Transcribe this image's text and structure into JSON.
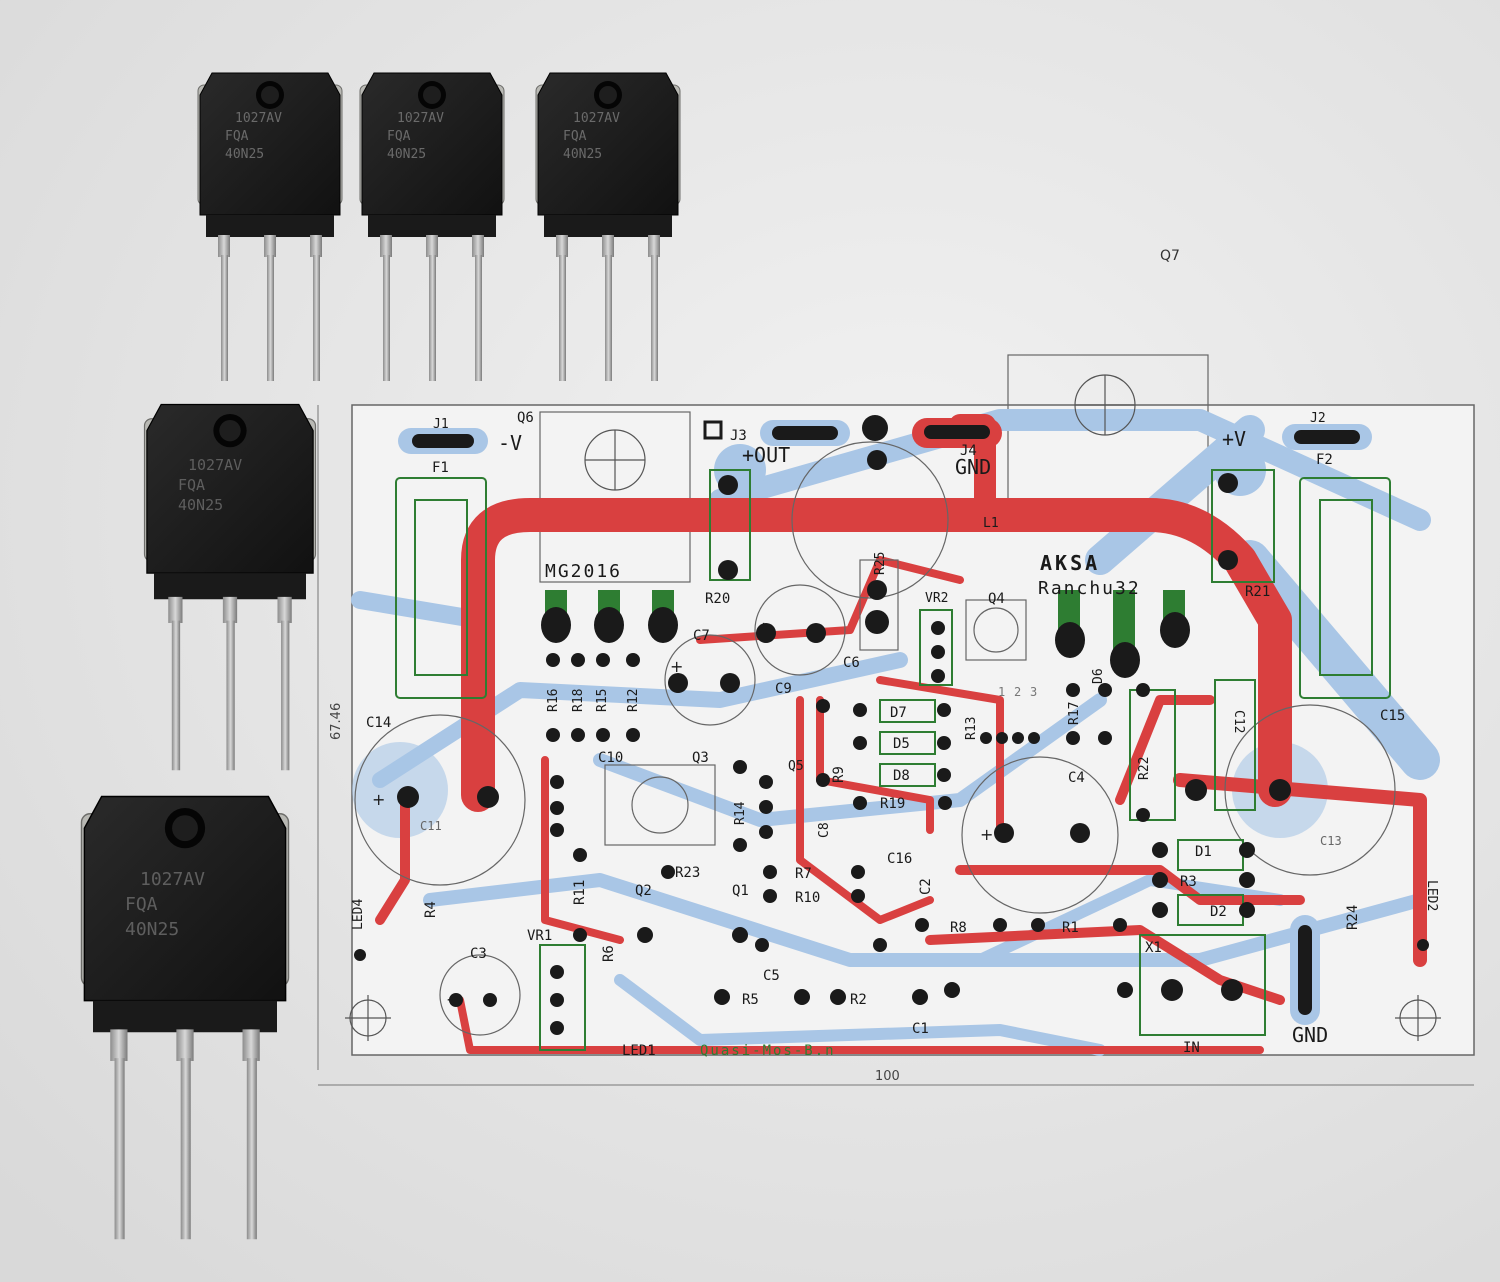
{
  "photo": {
    "background_color": "#e4e4e4",
    "transistors": [
      {
        "marking_line1": "1027AV",
        "marking_line2": "FQA",
        "marking_line3": "40N25"
      },
      {
        "marking_line1": "1027AV",
        "marking_line2": "FQA",
        "marking_line3": "40N25"
      },
      {
        "marking_line1": "1027AV",
        "marking_line2": "FQA",
        "marking_line3": "40N25"
      },
      {
        "marking_line1": "1027AV",
        "marking_line2": "FQA",
        "marking_line3": "40N25"
      },
      {
        "marking_line1": "1027AV",
        "marking_line2": "FQA",
        "marking_line3": "40N25"
      }
    ]
  },
  "pcb_printout": {
    "colors": {
      "copper_top": "#d94040",
      "copper_bottom": "#a9c6e6",
      "silkscreen": "#2e7d32",
      "pads": "#1a1a1a"
    },
    "outside_label": "Q7",
    "dimension_width": "100",
    "dimension_height": "67.46",
    "title_board": "AKSA",
    "title_variant": "Ranchu32",
    "title_driver": "MG2016",
    "footer": "Quasi-Mos-B.n",
    "connectors": {
      "j1": "J1",
      "j2": "J2",
      "j3": "J3",
      "j4": "J4",
      "neg_v": "-V",
      "pos_v": "+V",
      "out": "+OUT",
      "gnd_top": "GND",
      "gnd_bottom": "GND",
      "in": "IN"
    },
    "labels": {
      "q6": "Q6",
      "q4": "Q4",
      "q3": "Q3",
      "q2": "Q2",
      "q1": "Q1",
      "q5": "Q5",
      "f1": "F1",
      "f2": "F2",
      "c14": "C14",
      "c15": "C15",
      "c11": "C11",
      "c13": "C13",
      "c10": "C10",
      "c9": "C9",
      "c7": "C7",
      "c6": "C6",
      "c4": "C4",
      "c3": "C3",
      "c2": "C2",
      "c5": "C5",
      "c8": "C8",
      "c12": "C12",
      "c16": "C16",
      "c1": "C1",
      "r1": "R1",
      "r2": "R2",
      "r3": "R3",
      "r4": "R4",
      "r5": "R5",
      "r6": "R6",
      "r7": "R7",
      "r8": "R8",
      "r9": "R9",
      "r10": "R10",
      "r11": "R11",
      "r12": "R12",
      "r13": "R13",
      "r14": "R14",
      "r15": "R15",
      "r16": "R16",
      "r17": "R17",
      "r18": "R18",
      "r19": "R19",
      "r20": "R20",
      "r21": "R21",
      "r22": "R22",
      "r23": "R23",
      "r24": "R24",
      "r25": "R25",
      "d1": "D1",
      "d2": "D2",
      "d5": "D5",
      "d6": "D6",
      "d7": "D7",
      "d8": "D8",
      "vr1": "VR1",
      "vr2": "VR2",
      "led1": "LED1",
      "led2": "LED2",
      "led4": "LED4",
      "x1": "X1",
      "l1": "L1",
      "pin1": "1",
      "pin2": "2",
      "pin3": "3"
    }
  }
}
